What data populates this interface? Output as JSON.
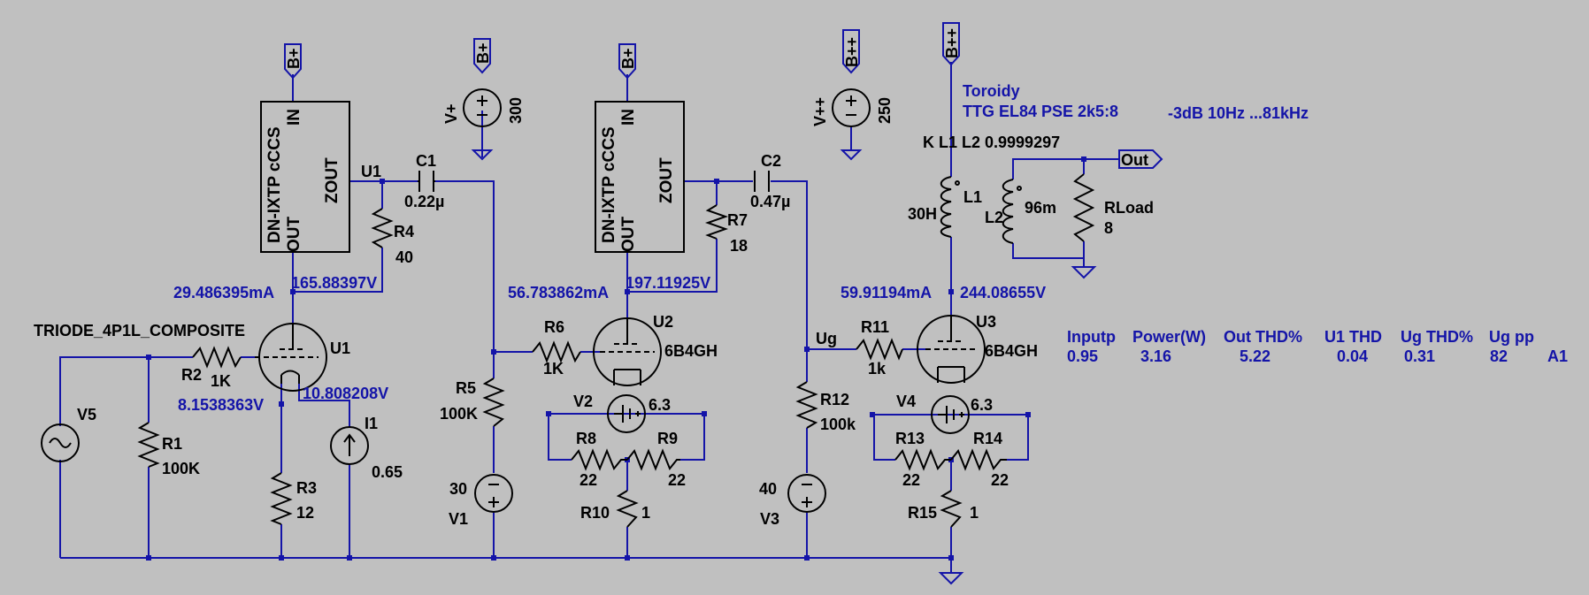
{
  "labels": {
    "ccs1": {
      "name": "DN-IXTP cCCS",
      "out": "OUT",
      "zout": "ZOUT",
      "in": "IN"
    },
    "ccs2": {
      "name": "DN-IXTP cCCS",
      "out": "OUT",
      "zout": "ZOUT",
      "in": "IN"
    },
    "bplus": "B+",
    "bplusplus": "B++",
    "u1_net": "U1",
    "c1": {
      "name": "C1",
      "value": "0.22µ"
    },
    "c2": {
      "name": "C2",
      "value": "0.47µ"
    },
    "vplus": {
      "name": "V+",
      "value": "300"
    },
    "vplusplus": {
      "name": "V++",
      "value": "250"
    },
    "r4": {
      "name": "R4",
      "value": "40"
    },
    "r7": {
      "name": "R7",
      "value": "18"
    },
    "triode": "TRIODE_4P1L_COMPOSITE",
    "u1": "U1",
    "u2": "U2",
    "u3": "U3",
    "tube2": "6B4GH",
    "tube3": "6B4GH",
    "r2": {
      "name": "R2",
      "value": "1K"
    },
    "r1": {
      "name": "R1",
      "value": "100K"
    },
    "r3": {
      "name": "R3",
      "value": "12"
    },
    "i1": {
      "name": "I1",
      "value": "0.65"
    },
    "v5": "V5",
    "r5": {
      "name": "R5",
      "value": "100K"
    },
    "r6": {
      "name": "R6",
      "value": "1K"
    },
    "v1": {
      "name": "V1",
      "value": "30"
    },
    "v2": {
      "name": "V2",
      "value": "6.3"
    },
    "r8": {
      "name": "R8",
      "value": "22"
    },
    "r9": {
      "name": "R9",
      "value": "22"
    },
    "r10": {
      "name": "R10",
      "value": "1"
    },
    "ug": "Ug",
    "r11": {
      "name": "R11",
      "value": "1k"
    },
    "r12": {
      "name": "R12",
      "value": "100k"
    },
    "v3": {
      "name": "V3",
      "value": "40"
    },
    "v4": {
      "name": "V4",
      "value": "6.3"
    },
    "r13": {
      "name": "R13",
      "value": "22"
    },
    "r14": {
      "name": "R14",
      "value": "22"
    },
    "r15": {
      "name": "R15",
      "value": "1"
    },
    "toroidy": "Toroidy",
    "ttg": "TTG EL84 PSE 2k5:8",
    "bandwidth": "-3dB   10Hz ...81kHz",
    "coupling": "K L1 L2 0.9999297",
    "l1": {
      "name": "L1",
      "value": "30H"
    },
    "l2": {
      "name": "L2",
      "value": "96m"
    },
    "rload": {
      "name": "RLoad",
      "value": "8"
    },
    "out": "Out"
  },
  "measurements": {
    "i_u1": "29.486395mA",
    "v_u1": "165.88397V",
    "v_u1k": "10.808208V",
    "v_r3": "8.1538363V",
    "i_u2": "56.783862mA",
    "v_u2": "197.11925V",
    "i_u3": "59.91194mA",
    "v_u3": "244.08655V"
  },
  "results": {
    "headers": [
      "Inputp",
      "Power(W)",
      "Out THD%",
      "U1 THD",
      "Ug THD%",
      "Ug pp"
    ],
    "values": [
      "0.95",
      "3.16",
      "5.22",
      "0.04",
      "0.31",
      "82"
    ],
    "cell": "A1"
  }
}
